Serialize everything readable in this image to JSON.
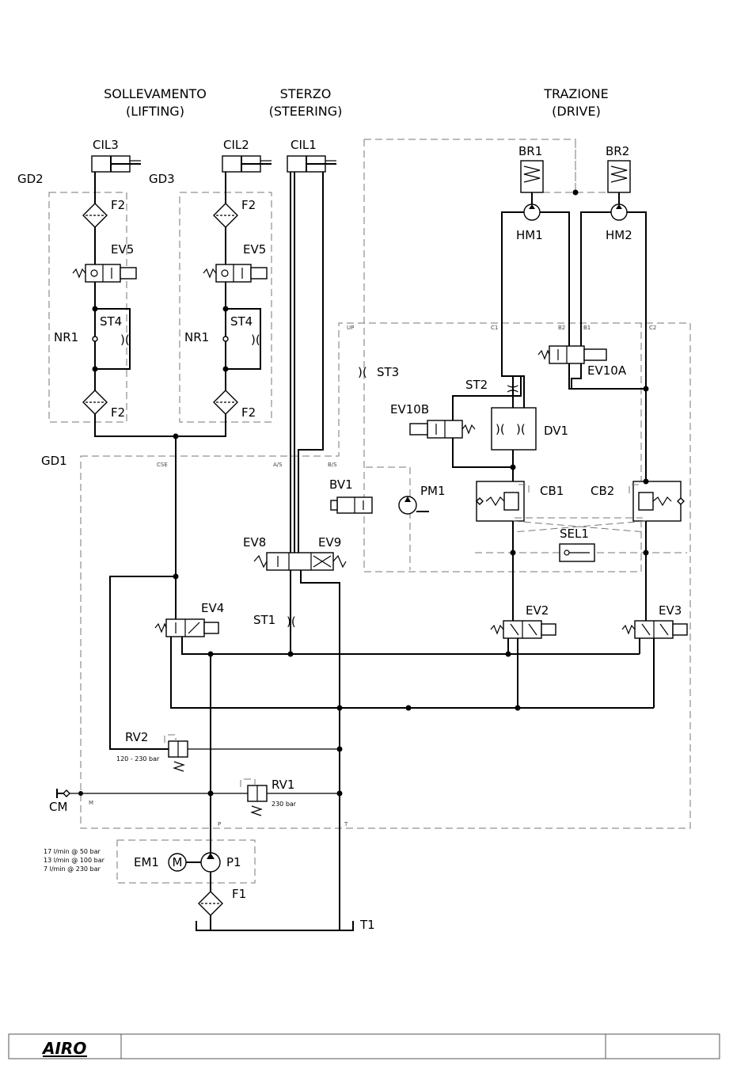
{
  "headers": {
    "lifting": [
      "SOLLEVAMENTO",
      "(LIFTING)"
    ],
    "steering": [
      "STERZO",
      "(STEERING)"
    ],
    "drive": [
      "TRAZIONE",
      "(DRIVE)"
    ]
  },
  "components": {
    "cil3": "CIL3",
    "cil2": "CIL2",
    "cil1": "CIL1",
    "gd2": "GD2",
    "gd3": "GD3",
    "gd1": "GD1",
    "f2": "F2",
    "ev5": "EV5",
    "st4": "ST4",
    "nr1": "NR1",
    "br1": "BR1",
    "br2": "BR2",
    "hm1": "HM1",
    "hm2": "HM2",
    "ev10a": "EV10A",
    "ev10b": "EV10B",
    "st2": "ST2",
    "st3": "ST3",
    "dv1": "DV1",
    "bv1": "BV1",
    "pm1": "PM1",
    "cb1": "CB1",
    "cb2": "CB2",
    "sel1": "SEL1",
    "ev8": "EV8",
    "ev9": "EV9",
    "ev4": "EV4",
    "st1": "ST1",
    "ev2": "EV2",
    "ev3": "EV3",
    "rv2": "RV2",
    "rv1": "RV1",
    "cm": "CM",
    "em1": "EM1",
    "p1": "P1",
    "f1": "F1",
    "t1": "T1"
  },
  "ports": {
    "cse": "CSE",
    "as": "A/S",
    "bs": "B/S",
    "up": "UP",
    "c1": "C1",
    "b2": "B2",
    "b1": "B1",
    "c2": "C2",
    "m": "M",
    "p": "P",
    "t": "T"
  },
  "settings": {
    "rv2": "120 - 230 bar",
    "rv1": "230 bar",
    "pump_flow": [
      "17 l/min @ 50 bar",
      "13 l/min @ 100 bar",
      "7 l/min @ 230 bar"
    ]
  },
  "footer": {
    "logo": "AIRO"
  }
}
